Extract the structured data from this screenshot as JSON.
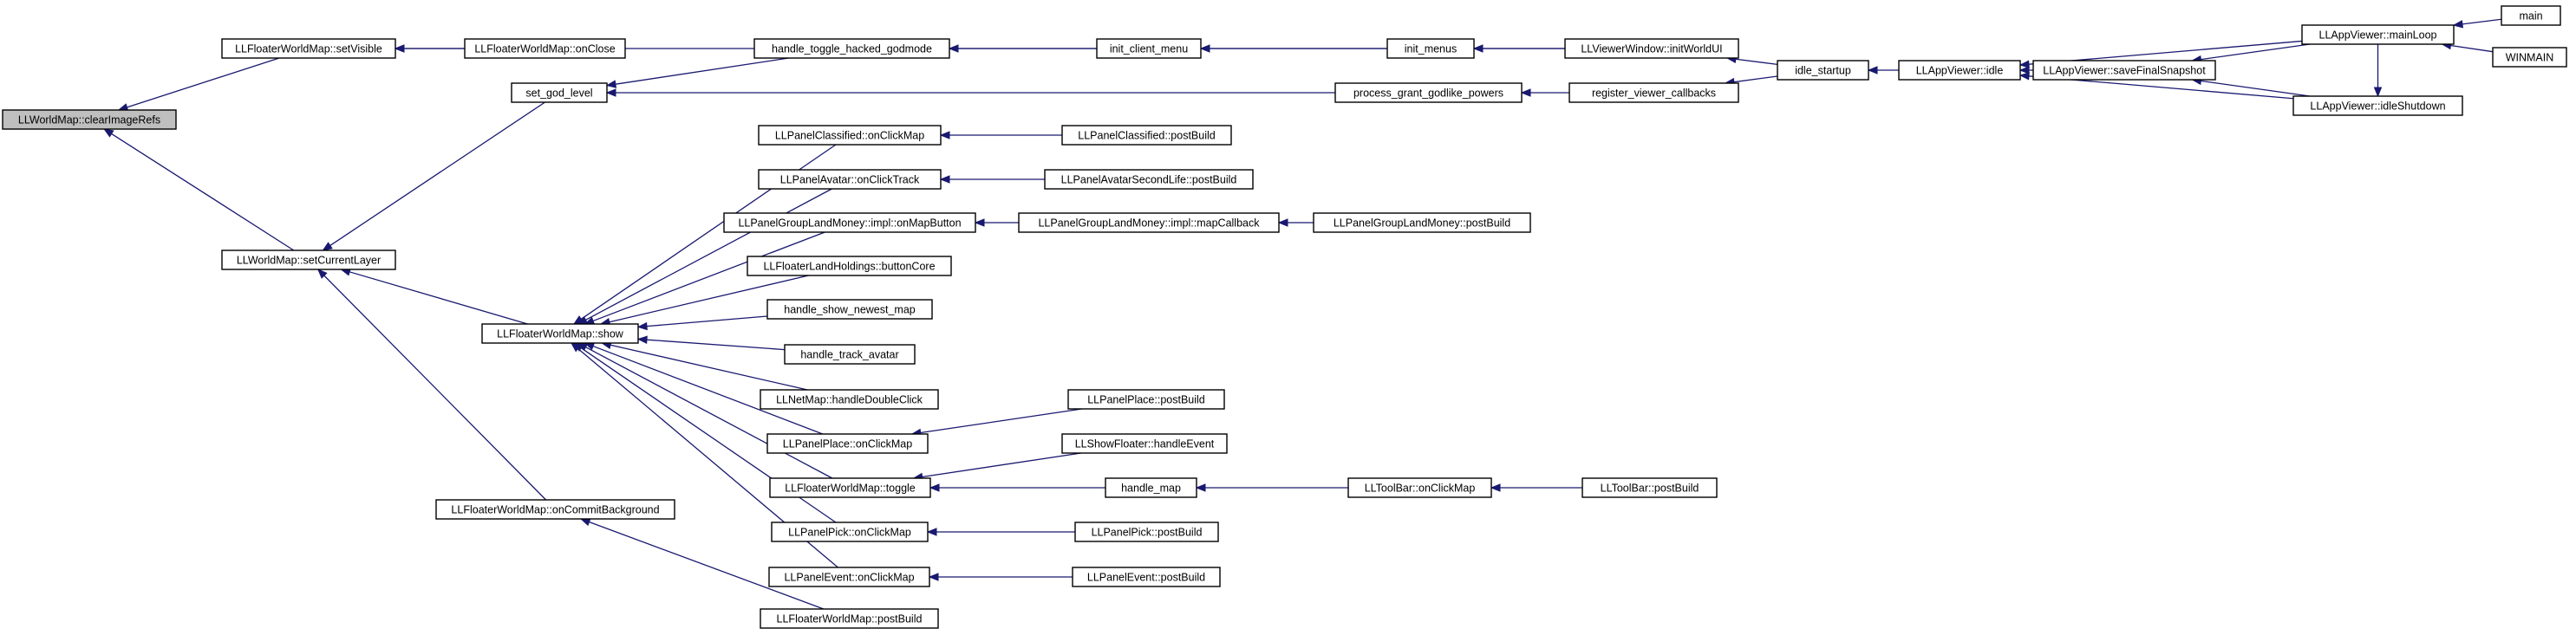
{
  "graph": {
    "nodes": [
      {
        "id": "clearImageRefs",
        "label": "LLWorldMap::clearImageRefs",
        "root": true
      },
      {
        "id": "setVisible",
        "label": "LLFloaterWorldMap::setVisible"
      },
      {
        "id": "onClose",
        "label": "LLFloaterWorldMap::onClose"
      },
      {
        "id": "setCurrentLayer",
        "label": "LLWorldMap::setCurrentLayer"
      },
      {
        "id": "setGodLevel",
        "label": "set_god_level"
      },
      {
        "id": "handleToggleHacked",
        "label": "handle_toggle_hacked_godmode"
      },
      {
        "id": "initClientMenu",
        "label": "init_client_menu"
      },
      {
        "id": "initMenus",
        "label": "init_menus"
      },
      {
        "id": "initWorldUI",
        "label": "LLViewerWindow::initWorldUI"
      },
      {
        "id": "processGrant",
        "label": "process_grant_godlike_powers"
      },
      {
        "id": "registerCallbacks",
        "label": "register_viewer_callbacks"
      },
      {
        "id": "idleStartup",
        "label": "idle_startup"
      },
      {
        "id": "appIdle",
        "label": "LLAppViewer::idle"
      },
      {
        "id": "saveSnapshot",
        "label": "LLAppViewer::saveFinalSnapshot"
      },
      {
        "id": "mainLoop",
        "label": "LLAppViewer::mainLoop"
      },
      {
        "id": "idleShutdown",
        "label": "LLAppViewer::idleShutdown"
      },
      {
        "id": "main",
        "label": "main"
      },
      {
        "id": "winmain",
        "label": "WINMAIN"
      },
      {
        "id": "fwmShow",
        "label": "LLFloaterWorldMap::show"
      },
      {
        "id": "classifiedOnClick",
        "label": "LLPanelClassified::onClickMap"
      },
      {
        "id": "classifiedPost",
        "label": "LLPanelClassified::postBuild"
      },
      {
        "id": "avatarOnClick",
        "label": "LLPanelAvatar::onClickTrack"
      },
      {
        "id": "avatarSLPost",
        "label": "LLPanelAvatarSecondLife::postBuild"
      },
      {
        "id": "glmImplOnMap",
        "label": "LLPanelGroupLandMoney::impl::onMapButton"
      },
      {
        "id": "glmImplCallback",
        "label": "LLPanelGroupLandMoney::impl::mapCallback"
      },
      {
        "id": "glmPost",
        "label": "LLPanelGroupLandMoney::postBuild"
      },
      {
        "id": "landHoldings",
        "label": "LLFloaterLandHoldings::buttonCore"
      },
      {
        "id": "showNewestMap",
        "label": "handle_show_newest_map"
      },
      {
        "id": "trackAvatar",
        "label": "handle_track_avatar"
      },
      {
        "id": "netMapDbl",
        "label": "LLNetMap::handleDoubleClick"
      },
      {
        "id": "placeOnClick",
        "label": "LLPanelPlace::onClickMap"
      },
      {
        "id": "placePost",
        "label": "LLPanelPlace::postBuild"
      },
      {
        "id": "fwmToggle",
        "label": "LLFloaterWorldMap::toggle"
      },
      {
        "id": "showFloater",
        "label": "LLShowFloater::handleEvent"
      },
      {
        "id": "handleMap",
        "label": "handle_map"
      },
      {
        "id": "toolbarOnClick",
        "label": "LLToolBar::onClickMap"
      },
      {
        "id": "toolbarPost",
        "label": "LLToolBar::postBuild"
      },
      {
        "id": "pickOnClick",
        "label": "LLPanelPick::onClickMap"
      },
      {
        "id": "pickPost",
        "label": "LLPanelPick::postBuild"
      },
      {
        "id": "eventOnClick",
        "label": "LLPanelEvent::onClickMap"
      },
      {
        "id": "eventPost",
        "label": "LLPanelEvent::postBuild"
      },
      {
        "id": "onCommitBg",
        "label": "LLFloaterWorldMap::onCommitBackground"
      },
      {
        "id": "fwmPost",
        "label": "LLFloaterWorldMap::postBuild"
      }
    ],
    "edges": [
      {
        "from": "setVisible",
        "to": "clearImageRefs"
      },
      {
        "from": "setCurrentLayer",
        "to": "clearImageRefs"
      },
      {
        "from": "onClose",
        "to": "setVisible"
      },
      {
        "from": "initWorldUI",
        "to": "setVisible"
      },
      {
        "from": "setGodLevel",
        "to": "setCurrentLayer"
      },
      {
        "from": "fwmShow",
        "to": "setCurrentLayer"
      },
      {
        "from": "onCommitBg",
        "to": "setCurrentLayer"
      },
      {
        "from": "handleToggleHacked",
        "to": "setGodLevel"
      },
      {
        "from": "processGrant",
        "to": "setGodLevel"
      },
      {
        "from": "initClientMenu",
        "to": "handleToggleHacked"
      },
      {
        "from": "initMenus",
        "to": "initClientMenu"
      },
      {
        "from": "initWorldUI",
        "to": "initMenus"
      },
      {
        "from": "idleStartup",
        "to": "initWorldUI"
      },
      {
        "from": "registerCallbacks",
        "to": "processGrant"
      },
      {
        "from": "idleStartup",
        "to": "registerCallbacks"
      },
      {
        "from": "appIdle",
        "to": "idleStartup"
      },
      {
        "from": "mainLoop",
        "to": "appIdle"
      },
      {
        "from": "saveSnapshot",
        "to": "appIdle"
      },
      {
        "from": "idleShutdown",
        "to": "appIdle"
      },
      {
        "from": "mainLoop",
        "to": "saveSnapshot"
      },
      {
        "from": "idleShutdown",
        "to": "saveSnapshot"
      },
      {
        "from": "mainLoop",
        "to": "idleShutdown"
      },
      {
        "from": "main",
        "to": "mainLoop"
      },
      {
        "from": "winmain",
        "to": "mainLoop"
      },
      {
        "from": "classifiedOnClick",
        "to": "fwmShow"
      },
      {
        "from": "avatarOnClick",
        "to": "fwmShow"
      },
      {
        "from": "glmImplOnMap",
        "to": "fwmShow"
      },
      {
        "from": "landHoldings",
        "to": "fwmShow"
      },
      {
        "from": "showNewestMap",
        "to": "fwmShow"
      },
      {
        "from": "trackAvatar",
        "to": "fwmShow"
      },
      {
        "from": "netMapDbl",
        "to": "fwmShow"
      },
      {
        "from": "placeOnClick",
        "to": "fwmShow"
      },
      {
        "from": "fwmToggle",
        "to": "fwmShow"
      },
      {
        "from": "pickOnClick",
        "to": "fwmShow"
      },
      {
        "from": "eventOnClick",
        "to": "fwmShow"
      },
      {
        "from": "fwmPost",
        "to": "onCommitBg"
      },
      {
        "from": "classifiedPost",
        "to": "classifiedOnClick"
      },
      {
        "from": "avatarSLPost",
        "to": "avatarOnClick"
      },
      {
        "from": "glmImplCallback",
        "to": "glmImplOnMap"
      },
      {
        "from": "glmPost",
        "to": "glmImplCallback"
      },
      {
        "from": "placePost",
        "to": "placeOnClick"
      },
      {
        "from": "showFloater",
        "to": "fwmToggle"
      },
      {
        "from": "handleMap",
        "to": "fwmToggle"
      },
      {
        "from": "toolbarOnClick",
        "to": "handleMap"
      },
      {
        "from": "toolbarPost",
        "to": "toolbarOnClick"
      },
      {
        "from": "pickPost",
        "to": "pickOnClick"
      },
      {
        "from": "eventPost",
        "to": "eventOnClick"
      }
    ]
  }
}
